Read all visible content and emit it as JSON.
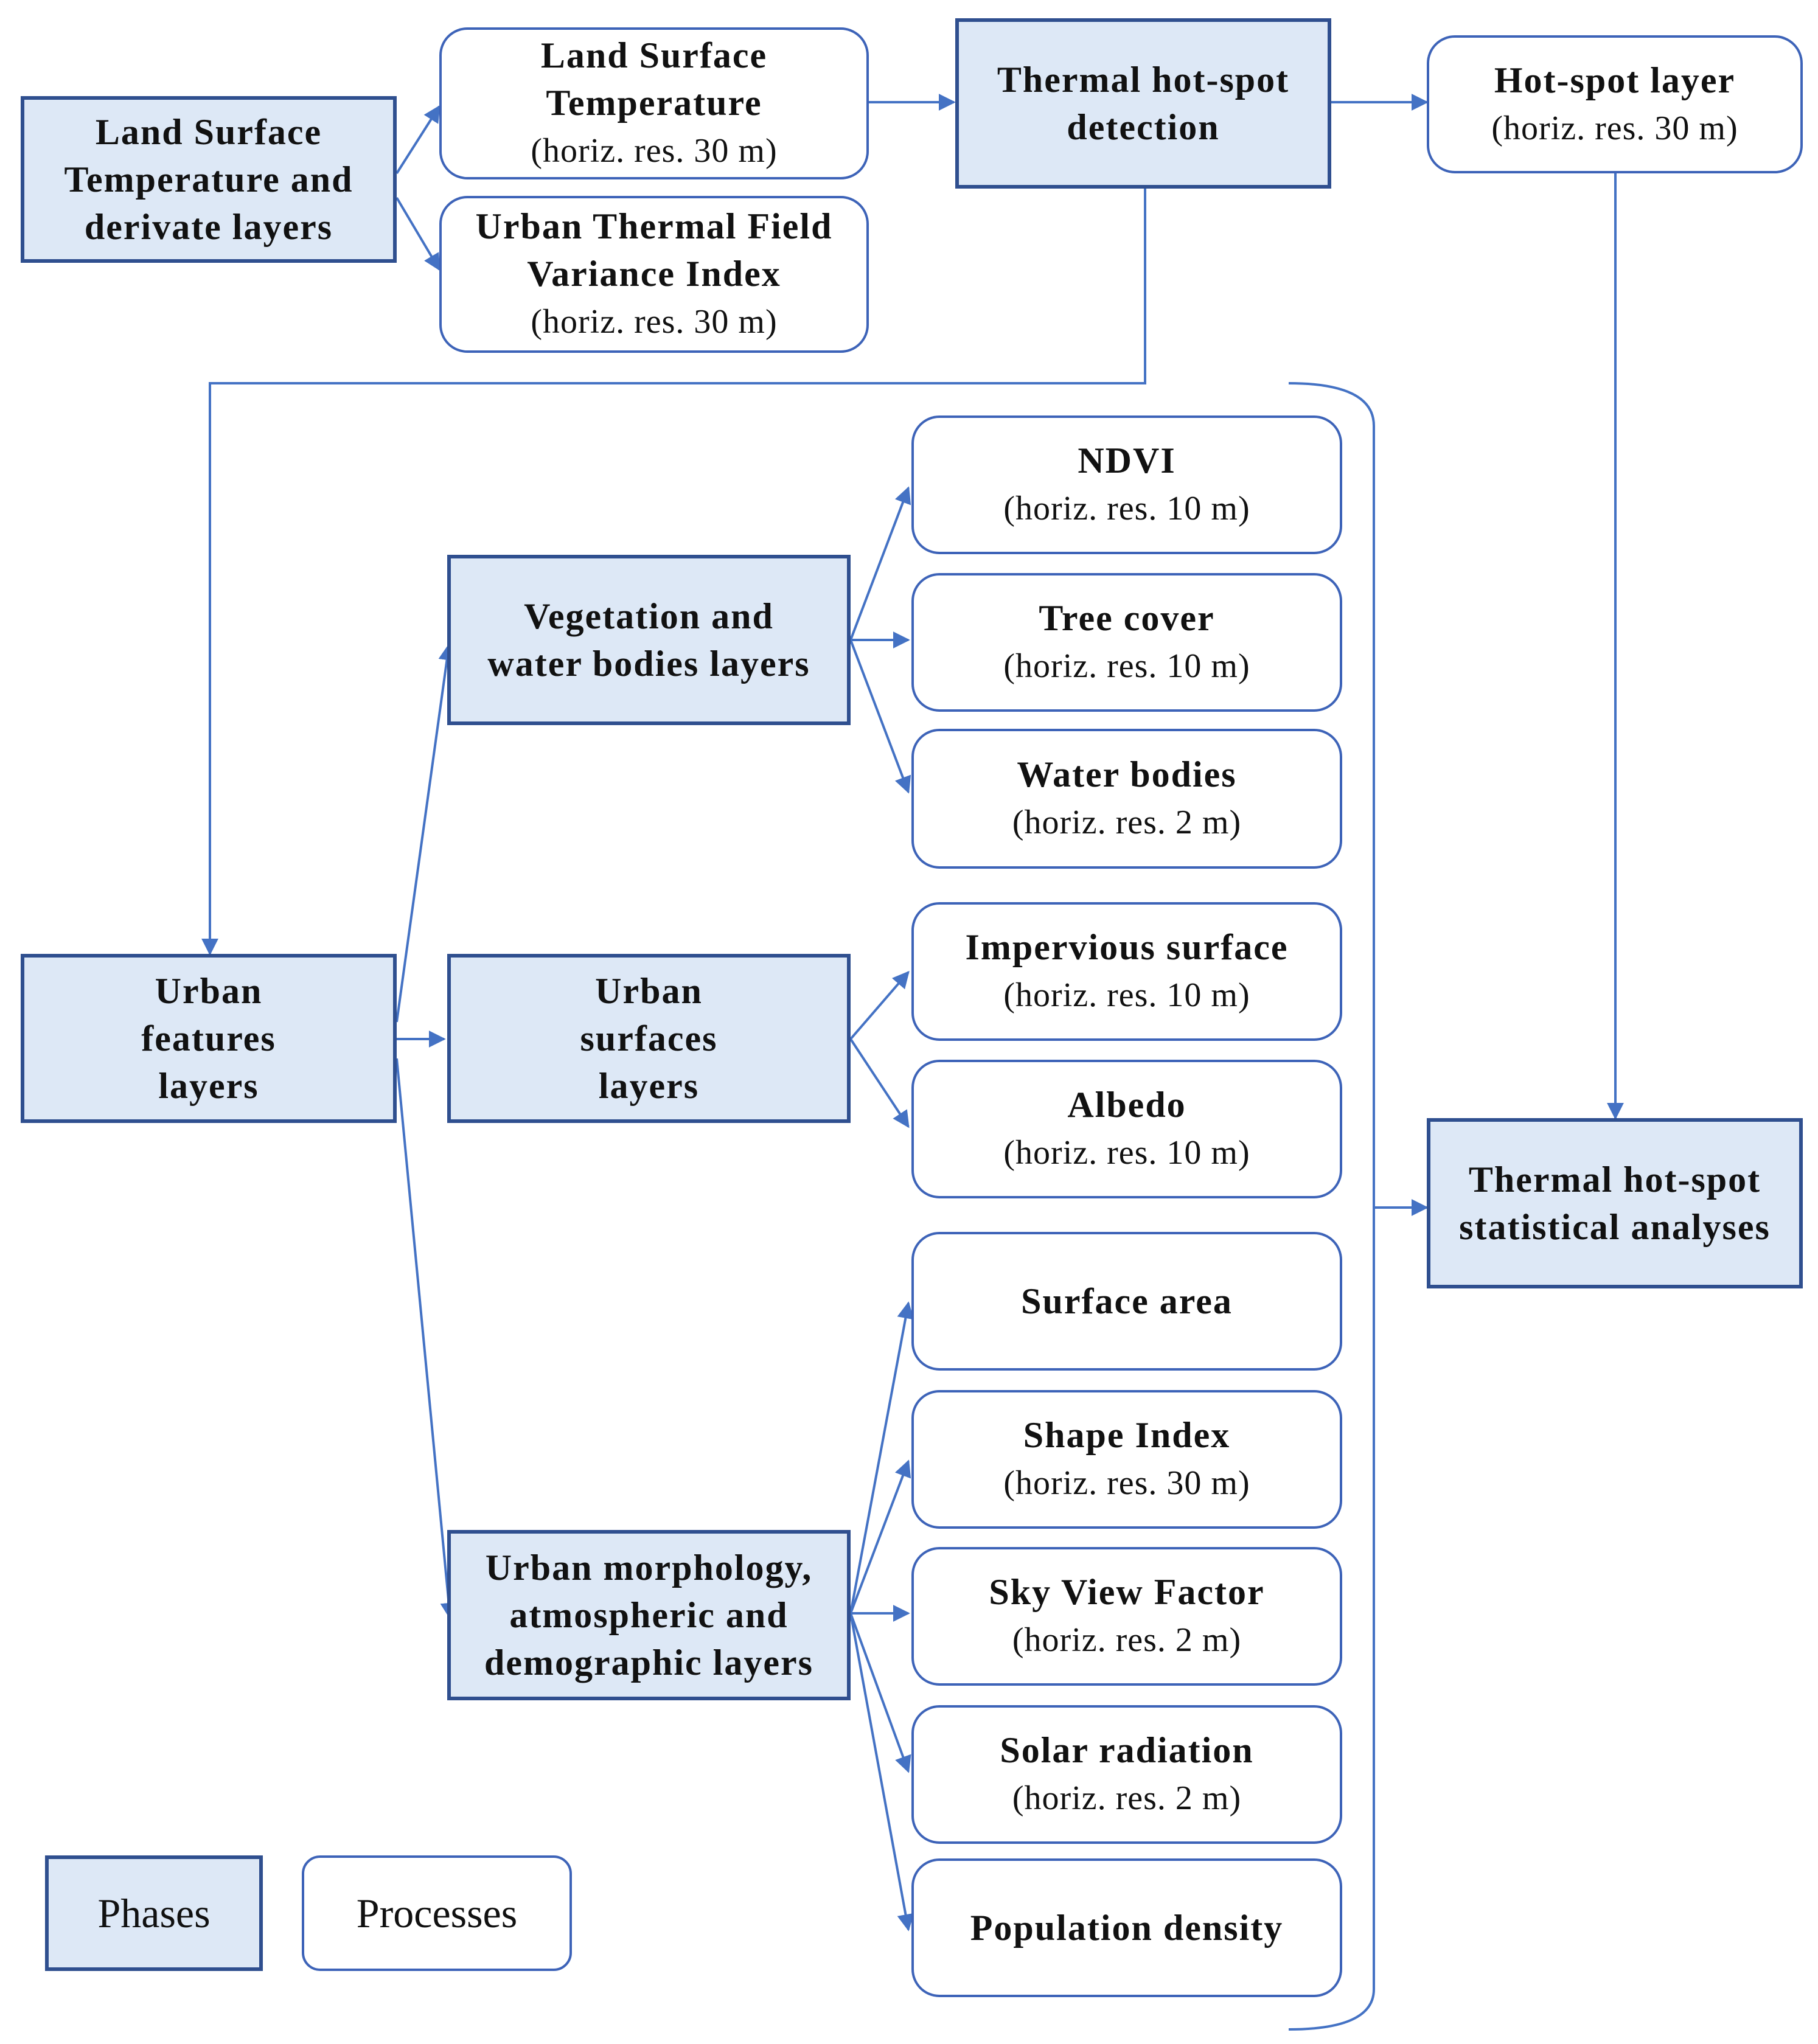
{
  "colors": {
    "phase_fill": "#dde8f6",
    "phase_border": "#2f4f8f",
    "process_border": "#3d63b8",
    "arrow": "#4472c4"
  },
  "phases": {
    "lst_derivate": "Land Surface Temperature and derivate layers",
    "hotspot_detection": "Thermal hot-spot detection",
    "urban_features": "Urban features layers",
    "vegetation_water": "Vegetation and water bodies layers",
    "urban_surfaces": "Urban surfaces layers",
    "morphology": "Urban morphology, atmospheric and demographic layers",
    "statistical_analyses": "Thermal hot-spot statistical analyses"
  },
  "processes": {
    "lst": {
      "title": "Land Surface Temperature",
      "sub": "(horiz. res. 30 m)"
    },
    "utfvi": {
      "title": "Urban Thermal Field Variance Index",
      "sub": "(horiz. res. 30 m)"
    },
    "hotspot_layer": {
      "title": "Hot-spot layer",
      "sub": "(horiz. res. 30 m)"
    },
    "ndvi": {
      "title": "NDVI",
      "sub": "(horiz. res. 10 m)"
    },
    "tree_cover": {
      "title": "Tree cover",
      "sub": "(horiz. res. 10 m)"
    },
    "water_bodies": {
      "title": "Water bodies",
      "sub": "(horiz. res. 2 m)"
    },
    "impervious": {
      "title": "Impervious surface",
      "sub": "(horiz. res. 10 m)"
    },
    "albedo": {
      "title": "Albedo",
      "sub": "(horiz. res. 10 m)"
    },
    "surface_area": {
      "title": "Surface area"
    },
    "shape_index": {
      "title": "Shape Index",
      "sub": "(horiz. res. 30 m)"
    },
    "svf": {
      "title": "Sky View Factor",
      "sub": "(horiz. res. 2 m)"
    },
    "solar": {
      "title": "Solar radiation",
      "sub": "(horiz. res. 2 m)"
    },
    "population": {
      "title": "Population density"
    }
  },
  "legend": {
    "phases": "Phases",
    "processes": "Processes"
  }
}
